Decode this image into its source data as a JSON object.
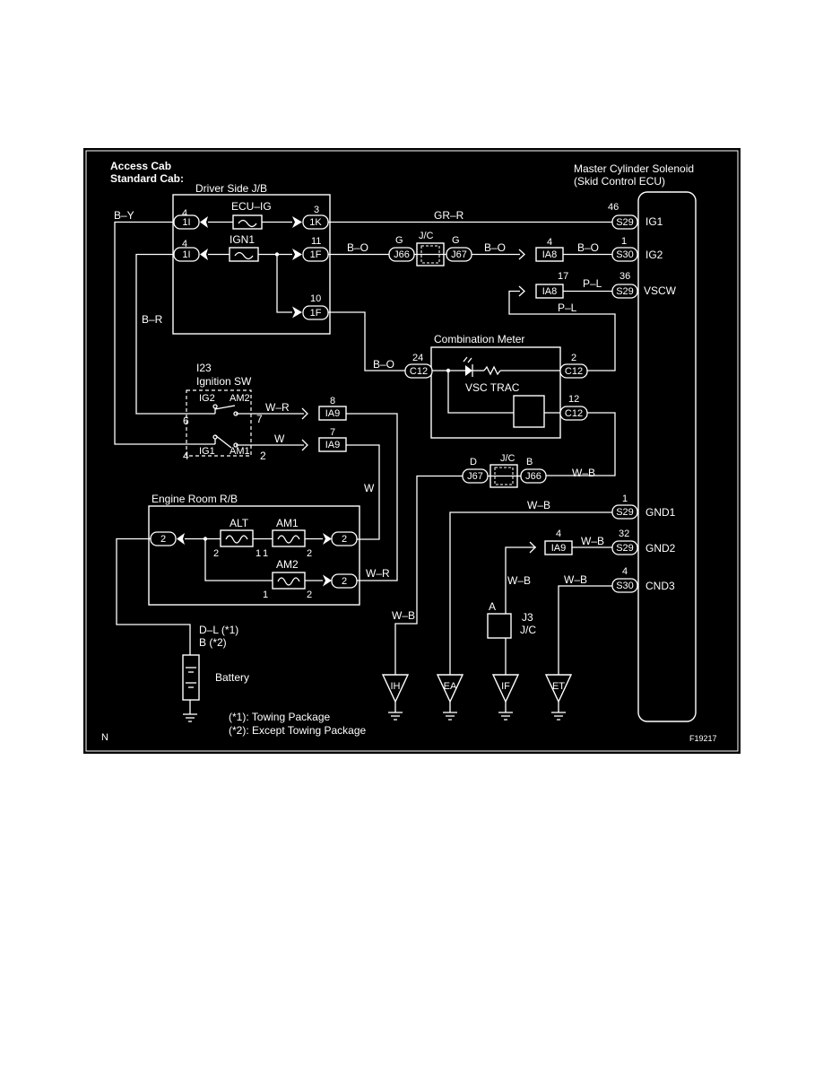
{
  "header": {
    "access_cab": "Access Cab",
    "standard_cab": "Standard Cab:"
  },
  "ecu": {
    "title_line1": "Master Cylinder Solenoid",
    "title_line2": "(Skid Control ECU)",
    "pins": {
      "ig1": {
        "num": "46",
        "conn": "S29",
        "label": "IG1"
      },
      "ig2": {
        "num": "1",
        "conn": "S30",
        "label": "IG2"
      },
      "vscw": {
        "num": "36",
        "conn": "S29",
        "label": "VSCW"
      },
      "gnd1": {
        "num": "1",
        "conn": "S29",
        "label": "GND1"
      },
      "gnd2": {
        "num": "32",
        "conn": "S29",
        "label": "GND2"
      },
      "gnd3": {
        "num": "4",
        "conn": "S30",
        "label": "CND3"
      }
    }
  },
  "driver_jb": {
    "title": "Driver Side J/B",
    "fuse_ecu_ig": "ECU–IG",
    "fuse_ign1": "IGN1",
    "left_top": {
      "num": "4",
      "conn": "1I"
    },
    "left_bottom": {
      "num": "4",
      "conn": "1I"
    },
    "right_top": {
      "num": "3",
      "conn": "1K"
    },
    "right_mid": {
      "num": "11",
      "conn": "1F"
    },
    "right_bottom": {
      "num": "10",
      "conn": "1F"
    }
  },
  "jc_top": {
    "label": "J/C",
    "left_letter": "G",
    "left_conn": "J66",
    "right_letter": "G",
    "right_conn": "J67"
  },
  "jc_mid": {
    "label": "J/C",
    "left_letter": "D",
    "left_conn": "J67",
    "right_letter": "B",
    "right_conn": "J66"
  },
  "ia8_top": {
    "num": "4",
    "conn": "IA8"
  },
  "ia8_vscw": {
    "num": "17",
    "conn": "IA8"
  },
  "wires": {
    "b_y": "B–Y",
    "gr_r": "GR–R",
    "b_o_1": "B–O",
    "b_o_2": "B–O",
    "b_o_3": "B–O",
    "b_o_meter": "B–O",
    "p_l_1": "P–L",
    "p_l_2": "P–L",
    "b_r": "B–R",
    "w_r_1": "W–R",
    "w_1": "W",
    "w_2": "W",
    "w_r_2": "W–R",
    "w_b_1": "W–B",
    "w_b_2": "W–B",
    "w_b_3": "W–B",
    "w_b_4": "W–B",
    "w_b_5": "W–B",
    "w_b_6": "W–B",
    "d_l": "D–L (*1)",
    "b_2": "B (*2)"
  },
  "meter": {
    "title": "Combination Meter",
    "indicator": "VSC TRAC",
    "left": {
      "num": "24",
      "conn": "C12"
    },
    "right_top": {
      "num": "2",
      "conn": "C12"
    },
    "right_bottom": {
      "num": "12",
      "conn": "C12"
    }
  },
  "ignition": {
    "id": "I23",
    "title": "Ignition SW",
    "ig2": "IG2",
    "am2": "AM2",
    "ig1": "IG1",
    "am1": "AM1",
    "pin6": "6",
    "pin7": "7",
    "pin4": "4",
    "pin2": "2"
  },
  "ia9_top": {
    "num": "8",
    "conn": "IA9"
  },
  "ia9_mid": {
    "num": "7",
    "conn": "IA9"
  },
  "ia9_gnd": {
    "num": "4",
    "conn": "IA9"
  },
  "engine_rb": {
    "title": "Engine Room R/B",
    "left_conn": "2",
    "alt": "ALT",
    "am1": "AM1",
    "am2": "AM2",
    "right_top_conn": "2",
    "right_bottom_conn": "2",
    "n_alt_left": "2",
    "n_alt_right": "1",
    "n_am1_left": "1",
    "n_am1_right": "2",
    "n_am2_left": "1",
    "n_am2_right": "2"
  },
  "j3": {
    "letter": "A",
    "id": "J3",
    "label": "J/C"
  },
  "grounds": {
    "ih": "IH",
    "ea": "EA",
    "if": "IF",
    "et": "ET"
  },
  "battery": "Battery",
  "notes": {
    "note1": "(*1): Towing Package",
    "note2": "(*2): Except Towing Package"
  },
  "corner_left": "N",
  "figure_id": "F19217",
  "colors": {
    "background": "#000000",
    "lines": "#ffffff",
    "page": "#ffffff"
  }
}
